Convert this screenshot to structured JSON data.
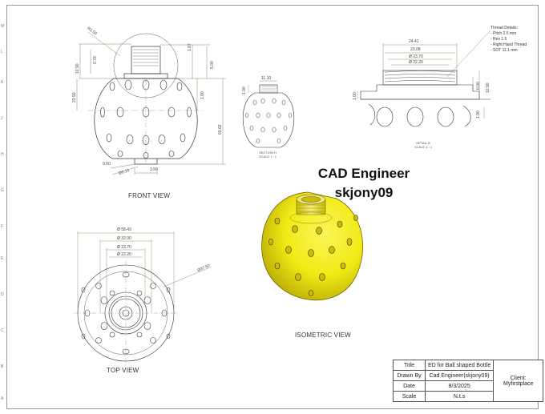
{
  "sheet": {
    "zone_letters": [
      "M",
      "L",
      "K",
      "J",
      "H",
      "G",
      "F",
      "E",
      "D",
      "C",
      "B",
      "A"
    ]
  },
  "watermark": {
    "line1": "CAD Engineer",
    "line2": "skjony09"
  },
  "views": {
    "front": "FRONT VIEW",
    "top": "TOP VIEW",
    "isometric": "ISOMETRIC VIEW",
    "section_title": "SECTION H",
    "section_scale": "SCALE 1 : 1",
    "detail_title": "DETAIL B",
    "detail_scale": "SCALE 4 : 1"
  },
  "front_dims": {
    "r_top": "R1.50",
    "h1": "10.90",
    "h2": "0.78",
    "h3": "23.50",
    "h4": "1.87",
    "h5": "5.00",
    "h6": "1.00",
    "h7": "60.62",
    "b1": "0.50",
    "b2": "Ø0.15",
    "b3": "3.50"
  },
  "section_dims": {
    "w": "11.10",
    "h": "1.00"
  },
  "detail_dims": {
    "d1": "24.41",
    "d2": "23.08",
    "d3": "Ø 23.70",
    "d4": "Ø 22.20",
    "h1": "10.90",
    "h2": "1.00",
    "h3": "6.00",
    "h4": "1.00"
  },
  "thread_details": [
    "Thread Details:",
    "- Pitch 2.5 mm",
    "- Rev 1.5",
    "- Right Hand Thread",
    "- SOT 11.1 mm"
  ],
  "top_dims": {
    "d1": "Ø 58.43",
    "d2": "Ø 32.00",
    "d3": "Ø 23.70",
    "d4": "Ø 22.20",
    "r": "Ø37.50"
  },
  "title_block": {
    "title_label": "Title",
    "title_value": "ED for Ball shaped Bottle",
    "drawn_label": "Drawn By",
    "drawn_value": "Cad Engineer(skjony09)",
    "date_label": "Date",
    "date_value": "8/3/2025",
    "scale_label": "Scale",
    "scale_value": "N.t.s",
    "client_label": "Client:",
    "client_value": "Myfirstplace"
  },
  "colors": {
    "iso_fill": "#f2ea16",
    "iso_shade": "#c9bd0a",
    "line": "#333333",
    "dim_line": "#5a5a2a"
  }
}
